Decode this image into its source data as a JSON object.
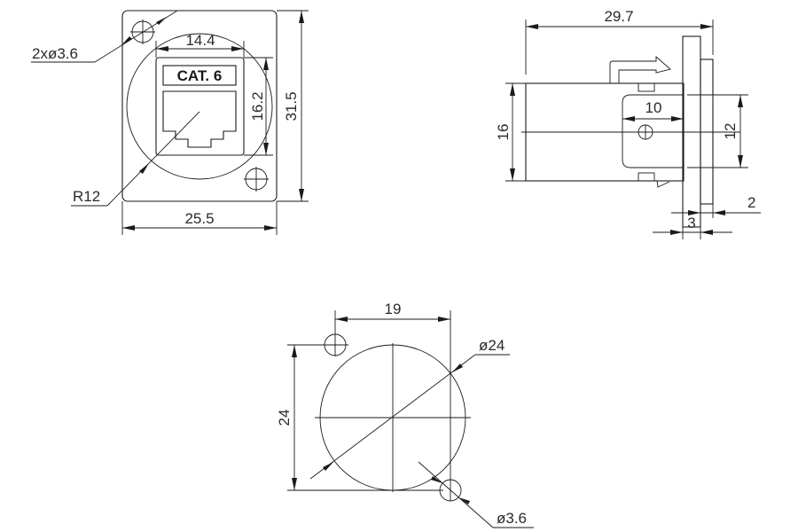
{
  "drawing": {
    "type": "technical dimension drawing",
    "line_color": "#1a1a1a",
    "background": "#ffffff"
  },
  "front_view": {
    "label_plate": "CAT. 6",
    "dims": {
      "hole_callout": "2xø3.6",
      "jack_width": "14.4",
      "jack_height": "16.2",
      "plate_height": "31.5",
      "plate_width": "25.5",
      "radius": "R12"
    }
  },
  "side_view": {
    "dims": {
      "overall_depth": "29.7",
      "body_height": "16",
      "inner_width": "10",
      "inner_height": "12",
      "flange_offset": "2",
      "flange_thickness": "3"
    }
  },
  "cutout_view": {
    "dims": {
      "hole_spacing": "19",
      "cutout_diameter": "ø24",
      "vertical_spacing": "24",
      "hole_diameter": "ø3.6"
    }
  }
}
